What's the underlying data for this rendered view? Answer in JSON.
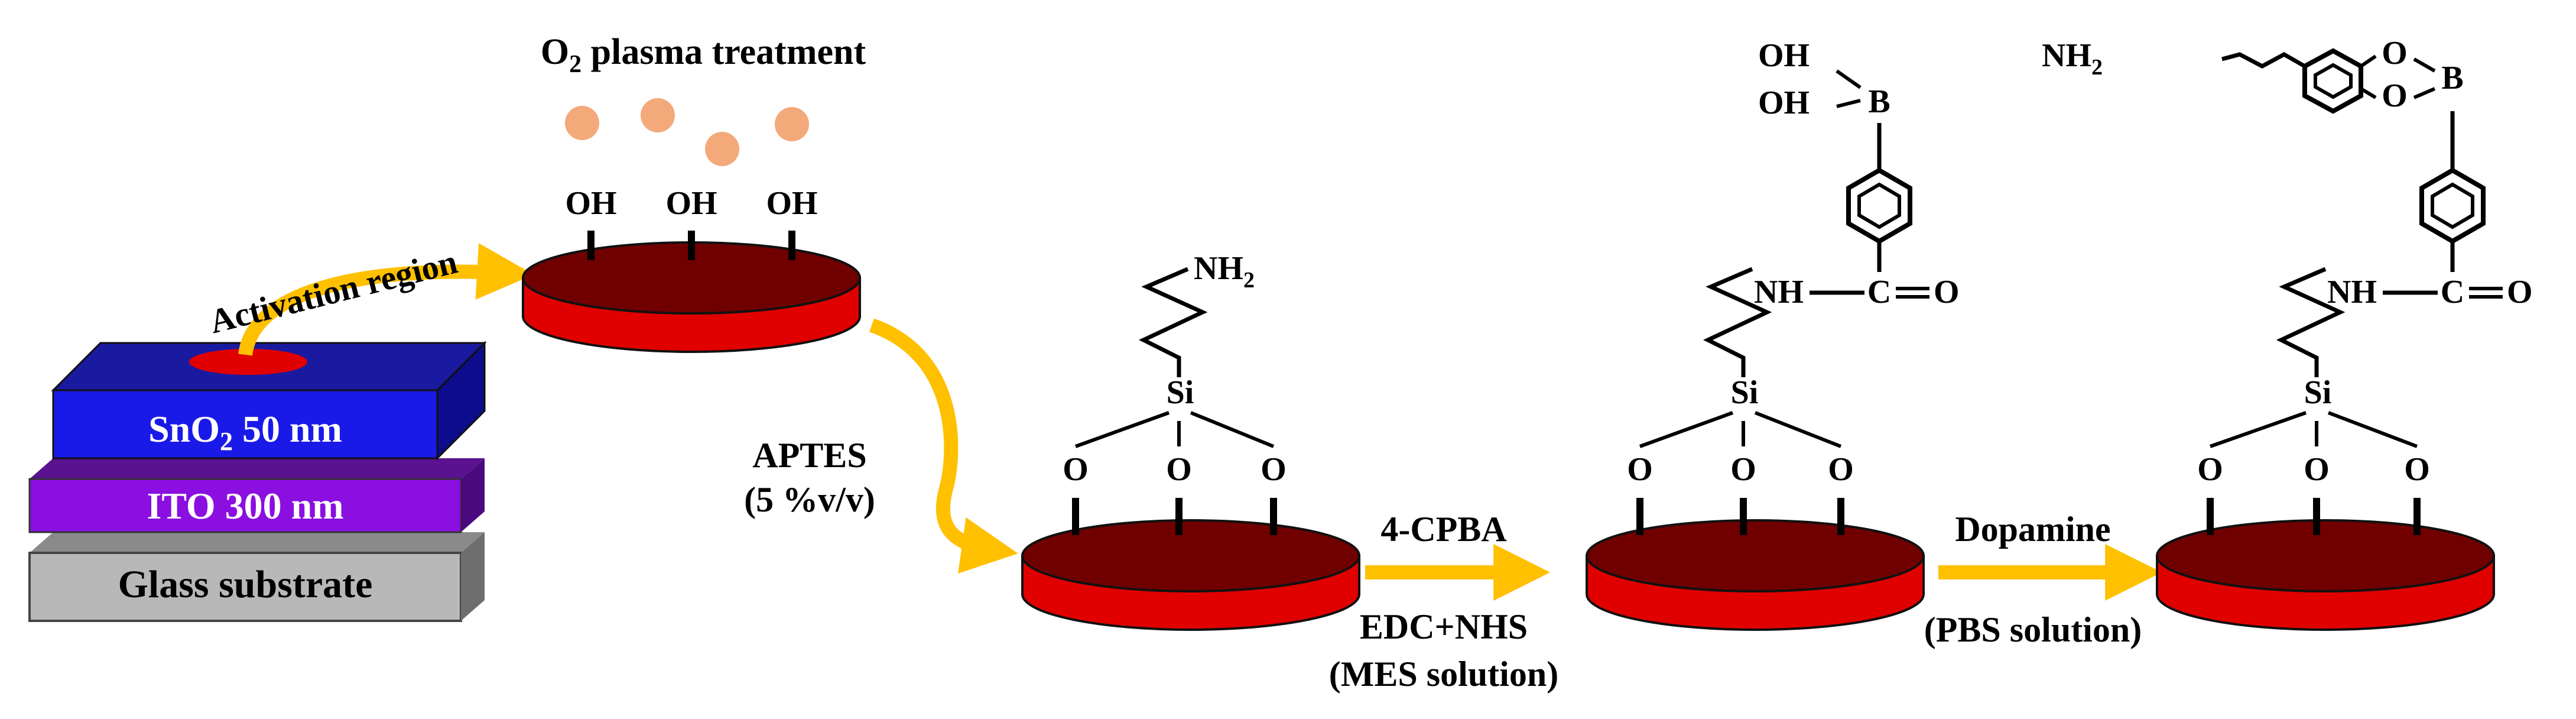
{
  "substrate": {
    "layers": [
      {
        "label": "SnO",
        "sub": "2",
        "rest": " 50 nm",
        "color": "#1a1ae8"
      },
      {
        "label": "ITO 300 nm",
        "color": "#8a0fe0"
      },
      {
        "label": "Glass substrate",
        "color": "#b8b8b8"
      }
    ],
    "activation_label": "Activation region"
  },
  "plasma": {
    "label_main": "O",
    "label_sub": "2",
    "label_rest": " plasma treatment",
    "particle_color": "#f4a97a"
  },
  "hydroxyl": {
    "group": "OH"
  },
  "steps": {
    "aptes": {
      "line1": "APTES",
      "line2": "(5 %v/v)"
    },
    "cpba": {
      "top": "4-CPBA",
      "line1": "EDC+NHS",
      "line2": "(MES solution)"
    },
    "dopamine": {
      "top": "Dopamine",
      "line1": "(PBS solution)"
    }
  },
  "chem": {
    "nh2": "NH",
    "nh2_sub": "2",
    "si": "Si",
    "o": "O",
    "nh": "NH",
    "c": "C",
    "b": "B",
    "oh": "OH"
  },
  "colors": {
    "disk_top": "#700000",
    "disk_side": "#e00000",
    "arrow": "#ffc000",
    "text": "#000000"
  }
}
